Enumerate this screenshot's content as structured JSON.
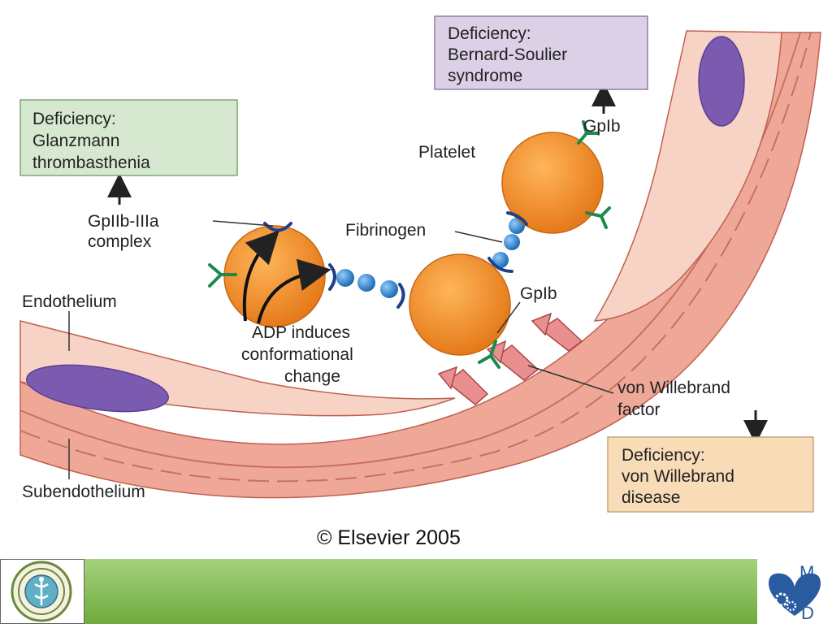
{
  "boxes": {
    "bernard": {
      "line1": "Deficiency:",
      "line2": "Bernard-Soulier",
      "line3": "syndrome",
      "color": "#dcd0e6"
    },
    "glanzmann": {
      "line1": "Deficiency:",
      "line2": "Glanzmann",
      "line3": "thrombasthenia",
      "color": "#d6e8cf"
    },
    "vwd": {
      "line1": "Deficiency:",
      "line2": "von Willebrand",
      "line3": "disease",
      "color": "#f8dcb8"
    }
  },
  "labels": {
    "gpib_top": "GpIb",
    "platelet": "Platelet",
    "gp2b3a_line1": "GpIIb-IIIa",
    "gp2b3a_line2": "complex",
    "fibrinogen": "Fibrinogen",
    "gpib_mid": "GpIb",
    "endothelium": "Endothelium",
    "adp_line1": "ADP induces",
    "adp_line2": "conformational",
    "adp_line3": "change",
    "vwf_line1": "von Willebrand",
    "vwf_line2": "factor",
    "subendothelium": "Subendothelium"
  },
  "copyright": "© Elsevier 2005",
  "logos": {
    "right_letter_top": "M",
    "right_letter_mid": "O",
    "right_letter_bottom": "D"
  },
  "colors": {
    "platelet": "#f3922e",
    "fibrinogen": "#2d7ec3",
    "receptor": "#1f3f8a",
    "gpib": "#1b8a4a",
    "vwf": "#e98f8f",
    "endothelium": "#f7d3c6",
    "subendothelium": "#efa898",
    "nucleus": "#7a5bb0",
    "footer": "#80b84a"
  }
}
